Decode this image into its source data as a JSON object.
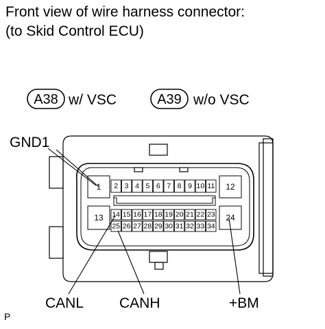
{
  "title_line1": "Front view of wire harness connector:",
  "title_line2": "(to Skid Control ECU)",
  "variants": [
    {
      "code": "A38",
      "label": "w/ VSC"
    },
    {
      "code": "A39",
      "label": "w/o VSC"
    }
  ],
  "pin_labels": {
    "gnd1": "GND1",
    "canl": "CANL",
    "canh": "CANH",
    "bm": "+BM"
  },
  "pins": {
    "p1": "1",
    "p12": "12",
    "p13": "13",
    "p24": "24",
    "top_row": [
      "2",
      "3",
      "4",
      "5",
      "6",
      "7",
      "8",
      "9",
      "10",
      "11"
    ],
    "mid_row": [
      "14",
      "15",
      "16",
      "17",
      "18",
      "19",
      "20",
      "21",
      "22",
      "23"
    ],
    "bottom_row": [
      "25",
      "26",
      "27",
      "28",
      "29",
      "30",
      "31",
      "32",
      "33",
      "34"
    ]
  },
  "corner_mark": "P"
}
